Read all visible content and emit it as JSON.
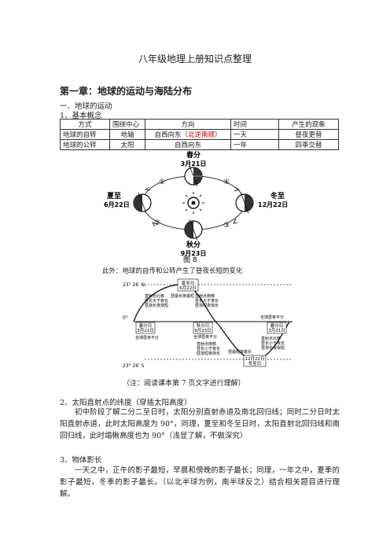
{
  "doc_title": "八年级地理上册知识点整理",
  "chapter_title": "第一章：地球的运动与海陆分布",
  "section1": "一、地球的运动",
  "section1_1": "1、基本概念",
  "table": {
    "headers": [
      "方式",
      "围绕中心",
      "方向",
      "时间",
      "产生的现象"
    ],
    "rows": [
      {
        "c1": "地球的自转",
        "c2": "地轴",
        "c3a": "自西向东（",
        "c3b": "北逆南顺",
        "c3c": "）",
        "c4": "一天",
        "c5": "昼夜更替"
      },
      {
        "c1": "地球的公转",
        "c2": "太阳",
        "c3": "自西向东",
        "c4": "一年",
        "c5": "四季交替"
      }
    ]
  },
  "fig8": {
    "spring": "春分",
    "spring_date": "3月21日",
    "summer": "夏至",
    "summer_date": "6月22日",
    "winter": "冬至",
    "winter_date": "12月22日",
    "autumn": "秋分",
    "autumn_date": "9月23日",
    "nums": [
      "①",
      "②",
      "③",
      "④"
    ],
    "label": "图 8"
  },
  "caption1": "此外：地球的自传和公转产生了昼夜长短的变化",
  "fig2": {
    "lat_n": "23° 26′ N",
    "lat_0": "0°",
    "lat_s": "23° 26′ S",
    "box_summer": [
      "夏至日",
      "6月22日"
    ],
    "box_spring": [
      "春分日",
      "3月21日"
    ],
    "box_autumn": [
      "秋分日",
      "9月23日"
    ],
    "box_spring2": [
      "春分日",
      "3月21日"
    ],
    "box_winter": [
      "12月22日",
      "冬至日"
    ],
    "t_left": [
      "直射点北移",
      "昼长大于夜长",
      "昼渐长夜渐短"
    ],
    "t_summer_l": "昼最长夜最短",
    "t_summer_r": [
      "直射点南移",
      "昼长大于夜长",
      "昼渐短夜渐长"
    ],
    "t_mid": [
      "直射点南移",
      "昼长小于夜长",
      "昼渐短夜渐长"
    ],
    "t_winter": "昼最短夜最长",
    "t_right": [
      "直射点北移",
      "昼长小于夜长",
      "昼渐长夜渐短"
    ],
    "eq_left": "全球昼夜平分",
    "eq_mid": "全球昼夜平分",
    "eq_right": "全球昼夜平分"
  },
  "caption2": "（注：阅读课本第 7 页文字进行理解）",
  "section2": "2、太阳直射点的纬度（穿插太阳高度）",
  "para2": "初中阶段了解二分二至日时，太阳分别直射赤道及南北回归线；同时二分日时太阳直射赤道，此时太阳高度为 90°，同理，夏至和冬至日时，太阳直射北回归线和南回归线，此时塌楸高度也为 90°（浅显了解，不做深究）",
  "section3": "3、物体影长",
  "para3": "一天之中，正午的影子最短，早晨和傍晚的影子最长；同理，一年之中，夏季的影子最短，冬季的影子最长。（以北半球为例，南半球反之）结合相关题目进行理解。"
}
